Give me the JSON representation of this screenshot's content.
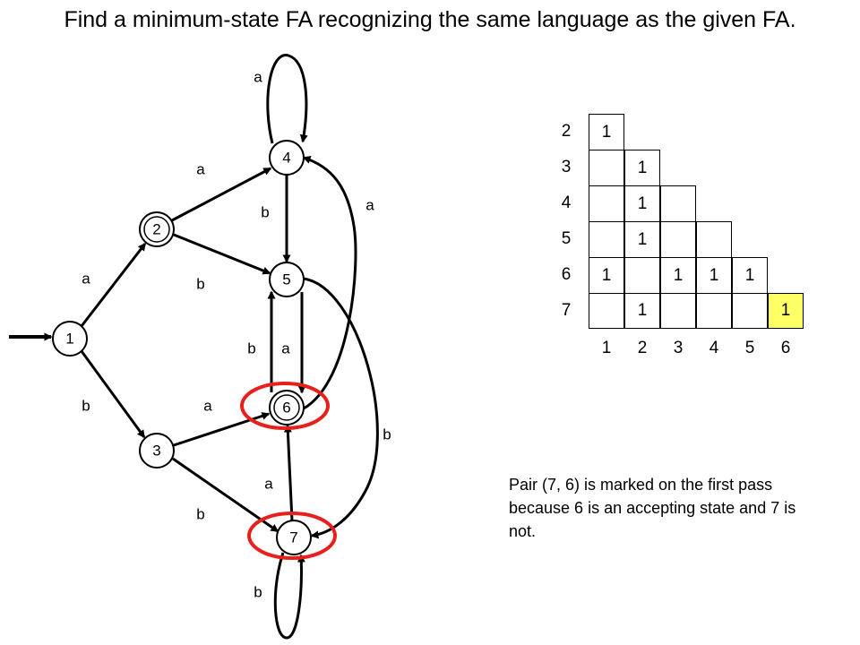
{
  "title": "Find a minimum-state FA recognizing the same language as the given FA.",
  "note": "Pair (7, 6) is marked on the first pass because 6 is an accepting state and 7 is not.",
  "colors": {
    "ink": "#000000",
    "highlight_ring": "#e8201c",
    "highlight_cell": "#ffff66"
  },
  "fa": {
    "states": [
      {
        "id": "1",
        "accepting": false,
        "initial": true,
        "highlighted": false
      },
      {
        "id": "2",
        "accepting": true,
        "initial": false,
        "highlighted": false
      },
      {
        "id": "3",
        "accepting": false,
        "initial": false,
        "highlighted": false
      },
      {
        "id": "4",
        "accepting": false,
        "initial": false,
        "highlighted": false
      },
      {
        "id": "5",
        "accepting": false,
        "initial": false,
        "highlighted": false
      },
      {
        "id": "6",
        "accepting": true,
        "initial": false,
        "highlighted": true
      },
      {
        "id": "7",
        "accepting": false,
        "initial": false,
        "highlighted": true
      }
    ],
    "transitions": [
      {
        "from": "1",
        "to": "2",
        "symbol": "a"
      },
      {
        "from": "1",
        "to": "3",
        "symbol": "b"
      },
      {
        "from": "2",
        "to": "4",
        "symbol": "a"
      },
      {
        "from": "2",
        "to": "5",
        "symbol": "b"
      },
      {
        "from": "3",
        "to": "6",
        "symbol": "a"
      },
      {
        "from": "3",
        "to": "7",
        "symbol": "b"
      },
      {
        "from": "4",
        "to": "4",
        "symbol": "a"
      },
      {
        "from": "4",
        "to": "5",
        "symbol": "b"
      },
      {
        "from": "5",
        "to": "6",
        "symbol": "a"
      },
      {
        "from": "5",
        "to": "7",
        "symbol": "b"
      },
      {
        "from": "6",
        "to": "4",
        "symbol": "a"
      },
      {
        "from": "6",
        "to": "5",
        "symbol": "b"
      },
      {
        "from": "7",
        "to": "6",
        "symbol": "a"
      },
      {
        "from": "7",
        "to": "7",
        "symbol": "b"
      }
    ]
  },
  "table": {
    "row_labels": [
      "2",
      "3",
      "4",
      "5",
      "6",
      "7"
    ],
    "col_labels": [
      "1",
      "2",
      "3",
      "4",
      "5",
      "6"
    ],
    "rows": [
      [
        "1"
      ],
      [
        "",
        "1"
      ],
      [
        "",
        "1",
        ""
      ],
      [
        "",
        "1",
        "",
        ""
      ],
      [
        "1",
        "",
        "1",
        "1",
        "1"
      ],
      [
        "",
        "1",
        "",
        "",
        "",
        "1"
      ]
    ],
    "highlighted_cell": {
      "row": "7",
      "col": "6"
    }
  }
}
